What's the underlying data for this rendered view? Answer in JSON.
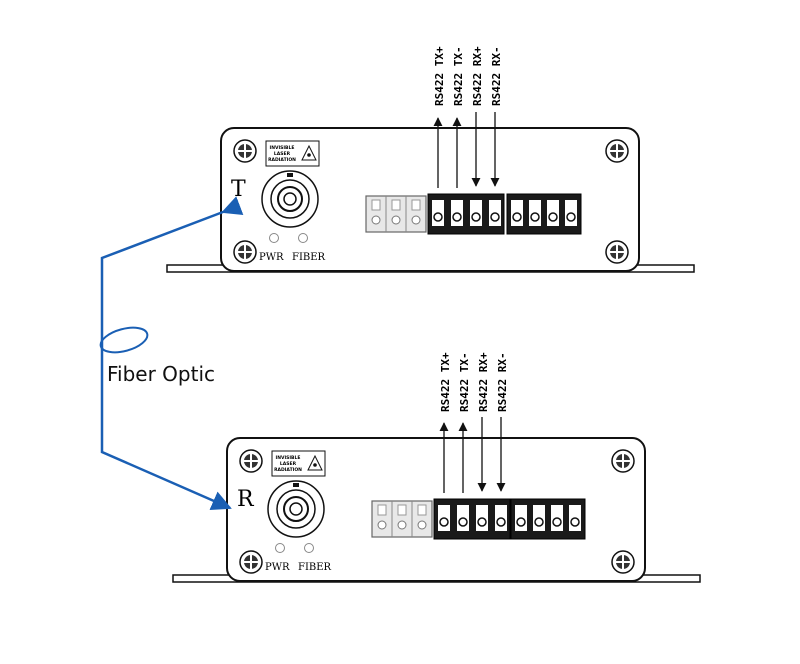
{
  "fiber_label": "Fiber Optic",
  "units": [
    {
      "id": "transmitter",
      "mark": "T",
      "warning_lines": [
        "INVISIBLE",
        "LASER",
        "RADIATION"
      ],
      "leds": [
        "PWR",
        "FIBER"
      ],
      "signals": [
        "RS422 TX+",
        "RS422 TX-",
        "RS422 RX+",
        "RS422 RX-"
      ]
    },
    {
      "id": "receiver",
      "mark": "R",
      "warning_lines": [
        "INVISIBLE",
        "LASER",
        "RADIATION"
      ],
      "leds": [
        "PWR",
        "FIBER"
      ],
      "signals": [
        "RS422 TX+",
        "RS422 TX-",
        "RS422 RX+",
        "RS422 RX-"
      ]
    }
  ],
  "colors": {
    "fiber": "#1a5fb4",
    "line": "#111111",
    "terminal": "#1a1a1a"
  }
}
